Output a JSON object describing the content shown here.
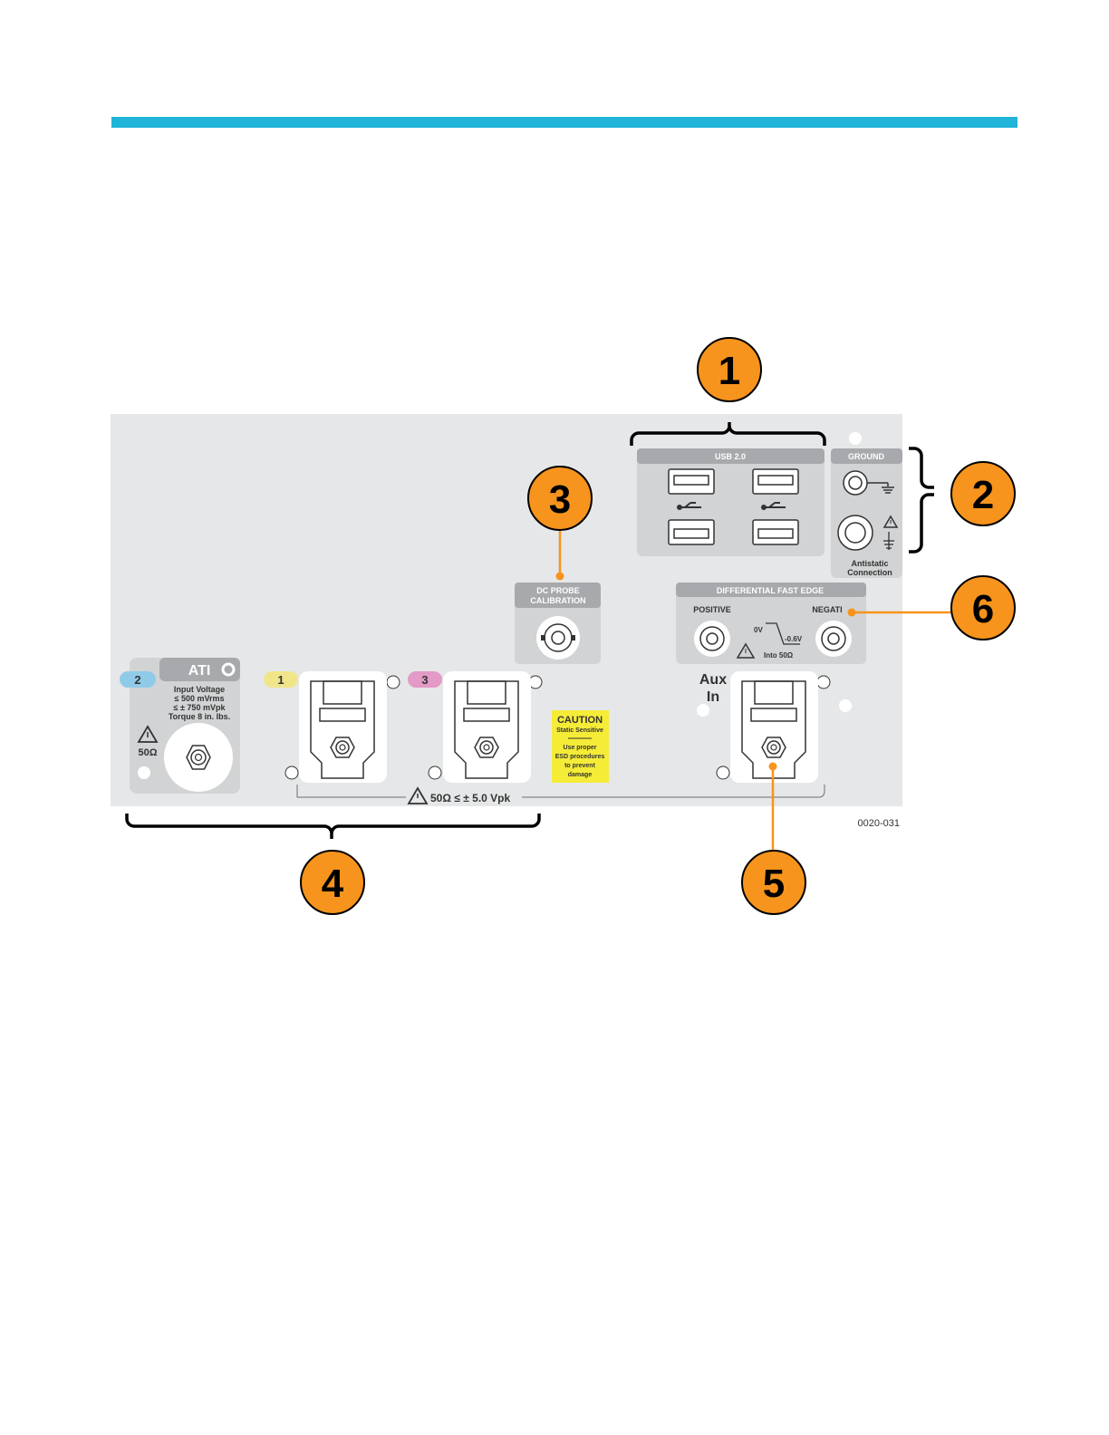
{
  "callouts": {
    "c1": "1",
    "c2": "2",
    "c3": "3",
    "c4": "4",
    "c5": "5",
    "c6": "6"
  },
  "usb": {
    "title": "USB 2.0"
  },
  "ground": {
    "title": "GROUND",
    "antistatic_line1": "Antistatic",
    "antistatic_line2": "Connection"
  },
  "dc_probe": {
    "line1": "DC PROBE",
    "line2": "CALIBRATION"
  },
  "diff": {
    "title": "DIFFERENTIAL FAST EDGE",
    "positive": "POSITIVE",
    "negative": "NEGATI",
    "v0": "0V",
    "vneg": "-0.6V",
    "into": "Into 50Ω"
  },
  "aux": {
    "line1": "Aux",
    "line2": "In"
  },
  "ati": {
    "title": "ATI",
    "badge": "2",
    "line1": "Input Voltage",
    "line2": "≤ 500 mVrms",
    "line3": "≤ ± 750 mVpk",
    "line4": "Torque 8 in. lbs.",
    "ohm": "50Ω"
  },
  "channels": {
    "ch1": "1",
    "ch3": "3"
  },
  "caution": {
    "title": "CAUTION",
    "sub": "Static Sensitive",
    "l1": "Use proper",
    "l2": "ESD procedures",
    "l3": "to prevent",
    "l4": "damage"
  },
  "spec": {
    "text": "50Ω  ≤ ± 5.0 Vpk"
  },
  "figure_id": "0020-031",
  "colors": {
    "accent": "#1fb4d8",
    "callout": "#f7941d",
    "panel": "#e6e7e8",
    "header": "#a7a9ac",
    "ch1": "#f1e58a",
    "ch2": "#8fcbe8",
    "ch3": "#e39ac6",
    "caution": "#f5ec38"
  }
}
